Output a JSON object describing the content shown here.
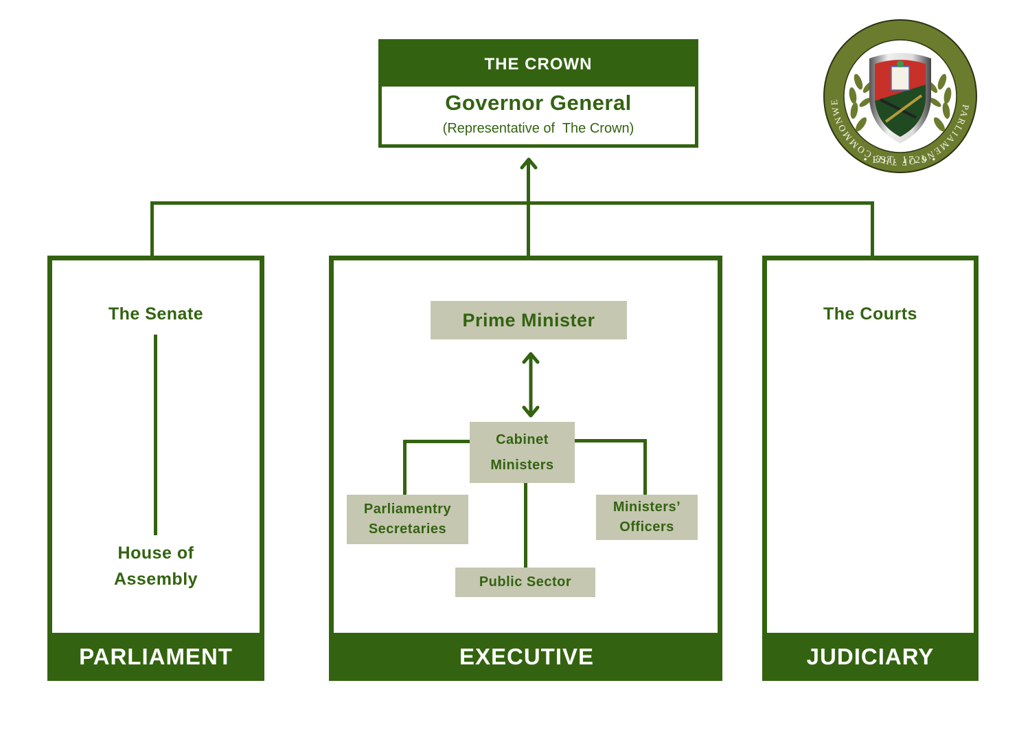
{
  "crown": {
    "header": "THE CROWN",
    "title": "Governor General",
    "subtitle": "(Representative of  The Crown)"
  },
  "seal": {
    "ring_text": "PARLIAMENT OF THE COMMONWEALTH OF THE BAHAMAS",
    "established": "• EST. 1729 •",
    "icon": "parliament-seal-icon"
  },
  "branches": {
    "parliament": {
      "label": "PARLIAMENT",
      "top_item": "The Senate",
      "bottom_item_line1": "House of",
      "bottom_item_line2": "Assembly"
    },
    "executive": {
      "label": "EXECUTIVE",
      "prime_minister": "Prime Minister",
      "cabinet_line1": "Cabinet",
      "cabinet_line2": "Ministers",
      "parl_sec_line1": "Parliamentry",
      "parl_sec_line2": "Secretaries",
      "ministers_officers_line1": "Ministers’",
      "ministers_officers_line2": "Officers",
      "public_sector": "Public Sector"
    },
    "judiciary": {
      "label": "JUDICIARY",
      "top_item": "The Courts"
    }
  },
  "colors": {
    "primary_green": "#336310",
    "box_gray": "#c5c7b1",
    "seal_olive": "#6b7c2e"
  }
}
